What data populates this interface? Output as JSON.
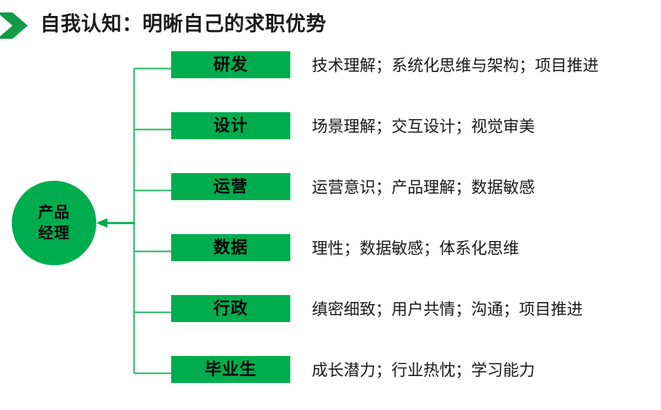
{
  "slide": {
    "title": "自我认知：明晰自己的求职优势",
    "marker_icon": "chevron-right-icon",
    "accent_color": "#00AD4E",
    "text_color": "#1a1a1a",
    "background_color": "#ffffff"
  },
  "root": {
    "line1": "产品",
    "line2": "经理"
  },
  "branches": [
    {
      "label": "研发",
      "desc": "技术理解；系统化思维与架构；项目推进"
    },
    {
      "label": "设计",
      "desc": "场景理解；交互设计；视觉审美"
    },
    {
      "label": "运营",
      "desc": "运营意识；产品理解；数据敏感"
    },
    {
      "label": "数据",
      "desc": "理性；数据敏感；体系化思维"
    },
    {
      "label": "行政",
      "desc": "缜密细致；用户共情；沟通；项目推进"
    },
    {
      "label": "毕业生",
      "desc": "成长潜力；行业热忱；学习能力"
    }
  ]
}
